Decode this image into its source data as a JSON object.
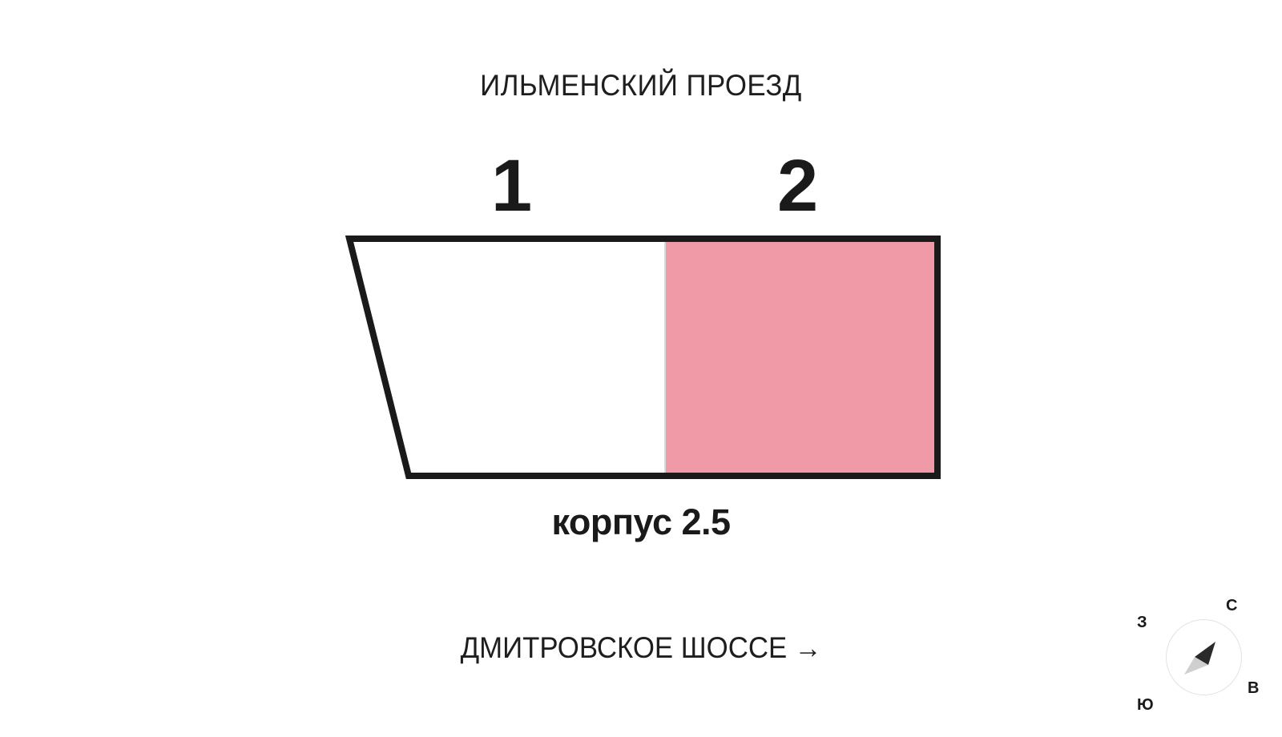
{
  "plan": {
    "street_top": "ИЛЬМЕНСКИЙ ПРОЕЗД",
    "street_bottom": "ДМИТРОВСКОЕ ШОССЕ",
    "street_bottom_arrow": "→",
    "building_label": "корпус 2.5",
    "sections": [
      {
        "number": "1",
        "selected": false,
        "fill": "#ffffff"
      },
      {
        "number": "2",
        "selected": true,
        "fill": "#f09aa8"
      }
    ],
    "outline_color": "#1a1a1a"
  },
  "compass": {
    "north": "С",
    "west": "З",
    "east": "В",
    "south": "Ю"
  }
}
